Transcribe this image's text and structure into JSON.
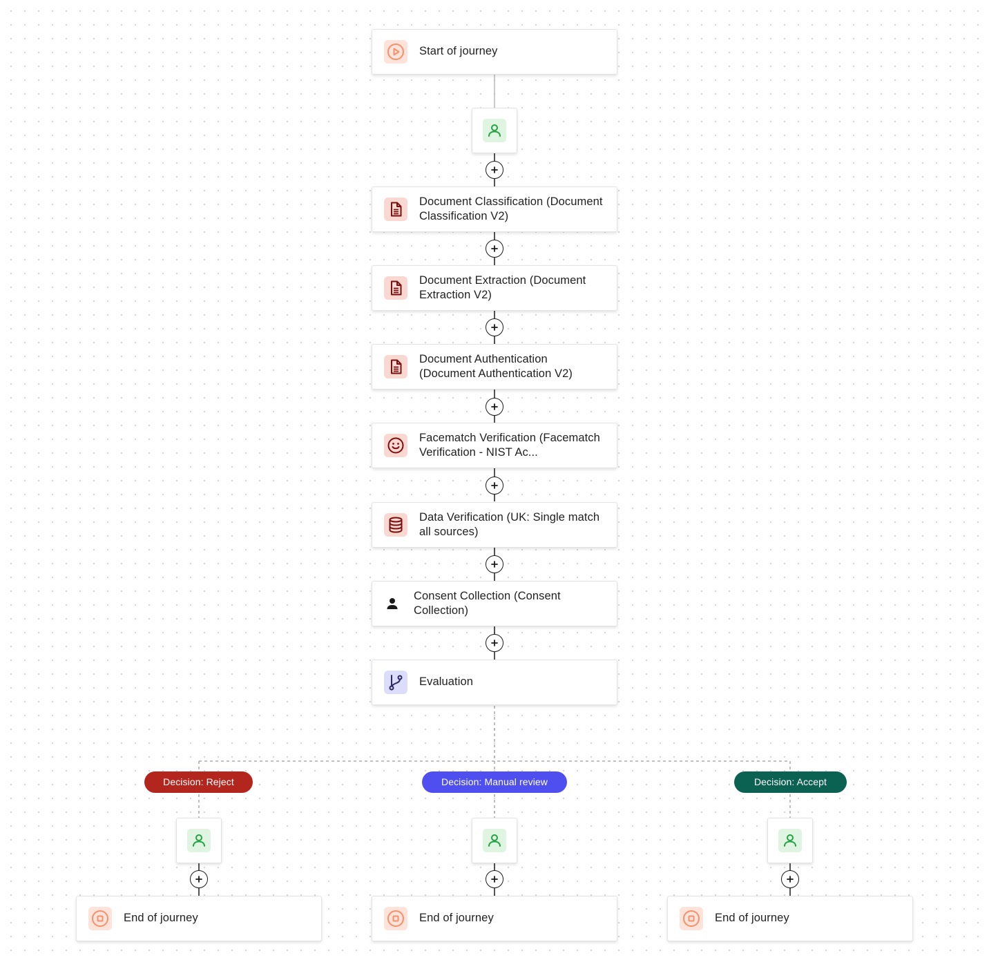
{
  "start": {
    "label": "Start of journey",
    "icon": "play-circle-icon"
  },
  "steps": [
    {
      "label": "Document Classification (Document Classification V2)",
      "icon": "document-icon"
    },
    {
      "label": "Document Extraction (Document Extraction V2)",
      "icon": "document-icon"
    },
    {
      "label": "Document Authentication (Document Authentication V2)",
      "icon": "document-icon"
    },
    {
      "label": "Facematch Verification (Facematch Verification - NIST Ac...",
      "icon": "smiley-face-icon"
    },
    {
      "label": "Data Verification (UK: Single match all sources)",
      "icon": "database-icon"
    },
    {
      "label": "Consent Collection (Consent Collection)",
      "icon": "person-icon"
    },
    {
      "label": "Evaluation",
      "icon": "branch-icon"
    }
  ],
  "decisions": [
    {
      "label": "Decision: Reject",
      "color": "#b3261e"
    },
    {
      "label": "Decision: Manual review",
      "color": "#4f4ff0"
    },
    {
      "label": "Decision: Accept",
      "color": "#0b6152"
    }
  ],
  "end_nodes": [
    {
      "label": "End of journey",
      "icon": "stop-circle-icon"
    },
    {
      "label": "End of journey",
      "icon": "stop-circle-icon"
    },
    {
      "label": "End of journey",
      "icon": "stop-circle-icon"
    }
  ],
  "colors": {
    "peach_icon": "#f4916c",
    "doc_icon": "#7a0f0f",
    "user_icon": "#25a244",
    "branch_icon": "#2a2a6a"
  }
}
